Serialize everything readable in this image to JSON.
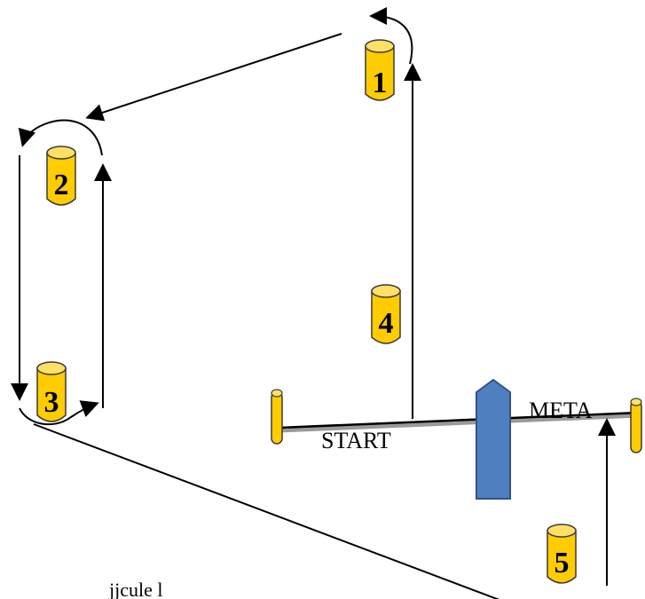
{
  "labels": {
    "start": "START",
    "meta": "META"
  },
  "cones": [
    {
      "number": "1"
    },
    {
      "number": "2"
    },
    {
      "number": "3"
    },
    {
      "number": "4"
    },
    {
      "number": "5"
    }
  ],
  "cropped_text": "jjcule l",
  "colors": {
    "cone_fill": "#FFCC00",
    "cone_stroke": "#3a3a3a",
    "boat_fill": "#4F7FBF",
    "boat_stroke": "#2F528F",
    "line_dark": "#000000",
    "line_grey": "#9a9a9a"
  }
}
